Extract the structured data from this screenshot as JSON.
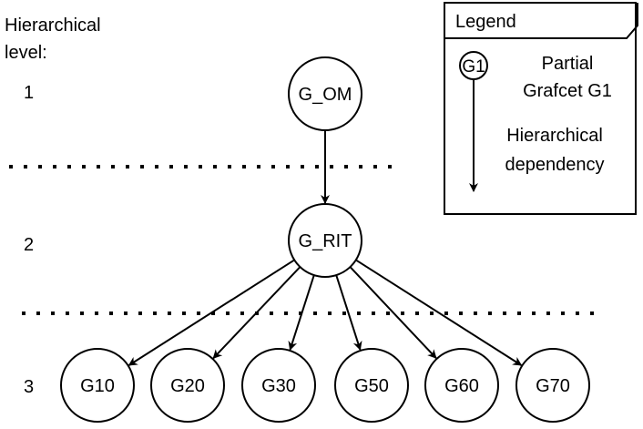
{
  "level_heading": [
    "Hierarchical",
    "level:"
  ],
  "levels": [
    "1",
    "2",
    "3"
  ],
  "nodes": {
    "om": "G_OM",
    "rit": "G_RIT",
    "g10": "G10",
    "g20": "G20",
    "g30": "G30",
    "g50": "G50",
    "g60": "G60",
    "g70": "G70"
  },
  "legend": {
    "title": "Legend",
    "sample_node": "G1",
    "node_desc": [
      "Partial",
      "Grafcet G1"
    ],
    "edge_desc": [
      "Hierarchical",
      "dependency"
    ]
  },
  "edges": [
    [
      "om",
      "rit"
    ],
    [
      "rit",
      "g10"
    ],
    [
      "rit",
      "g20"
    ],
    [
      "rit",
      "g30"
    ],
    [
      "rit",
      "g50"
    ],
    [
      "rit",
      "g60"
    ],
    [
      "rit",
      "g70"
    ]
  ],
  "colors": {
    "stroke": "#000000",
    "background": "#ffffff"
  }
}
